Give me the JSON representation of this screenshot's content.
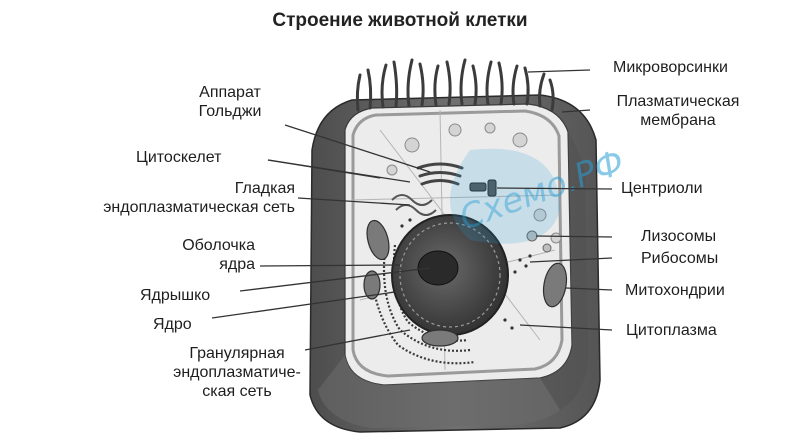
{
  "title": "Строение животной клетки",
  "labels_left": {
    "golgi": [
      "Аппарат",
      "Гольджи"
    ],
    "cytoskeleton": "Цитоскелет",
    "smooth_er": [
      "Гладкая",
      "эндоплазматическая сеть"
    ],
    "nuclear_envelope": [
      "Оболочка",
      "ядра"
    ],
    "nucleolus": "Ядрышко",
    "nucleus": "Ядро",
    "rough_er": [
      "Гранулярная",
      "эндоплазматиче-",
      "ская сеть"
    ]
  },
  "labels_right": {
    "microvilli": "Микроворсинки",
    "plasma_membrane": [
      "Плазматическая",
      "мембрана"
    ],
    "centrioles": "Центриоли",
    "lysosomes": "Лизосомы",
    "ribosomes": "Рибосомы",
    "mitochondria": "Митохондрии",
    "cytoplasm": "Цитоплазма"
  },
  "watermark": "Схемо.РФ",
  "colors": {
    "outer_shell": "#5f5f5f",
    "membrane": "#8c8c8c",
    "cytoplasm": "#e9e9e9",
    "nucleus": "#4a4a4a",
    "label_text": "#1e1e1e",
    "watermark": "#2a9fd6"
  }
}
